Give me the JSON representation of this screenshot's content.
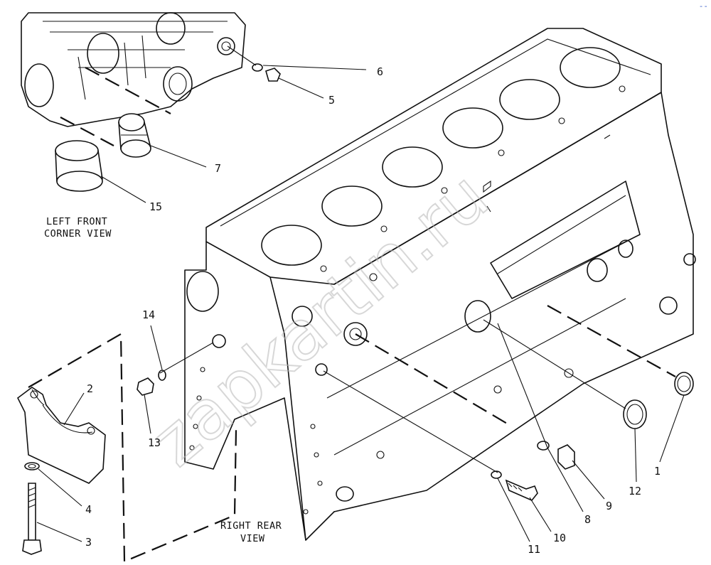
{
  "views": {
    "left_front_line1": "LEFT FRONT",
    "left_front_line2": "CORNER VIEW",
    "right_rear_line1": "RIGHT REAR",
    "right_rear_line2": "VIEW"
  },
  "callouts": {
    "c1": "1",
    "c2": "2",
    "c3": "3",
    "c4": "4",
    "c5": "5",
    "c6": "6",
    "c7": "7",
    "c8": "8",
    "c9": "9",
    "c10": "10",
    "c11": "11",
    "c12": "12",
    "c13": "13",
    "c14": "14",
    "c15": "15"
  },
  "watermark": "zapkartin.ru",
  "corner_mark": "--"
}
